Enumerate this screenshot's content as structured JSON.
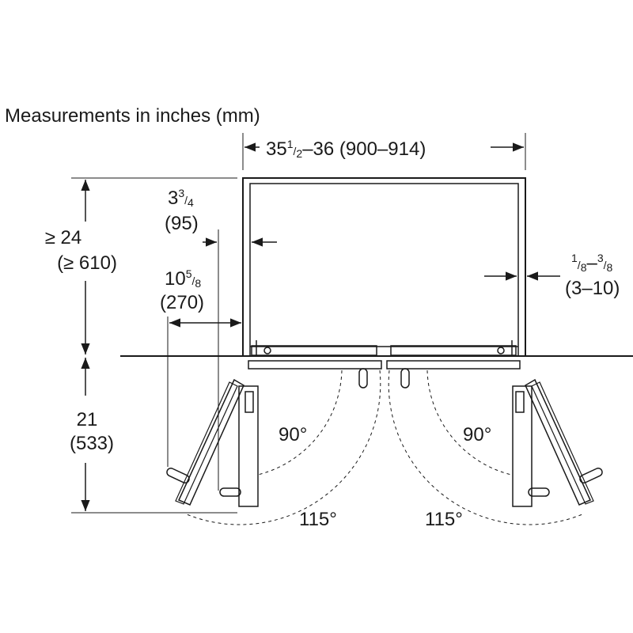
{
  "title": "Measurements in inches (mm)",
  "dimensions": {
    "width_top": {
      "whole": "35",
      "num": "1",
      "den": "2",
      "rest": "–36 (900–914)"
    },
    "depth_clearance": {
      "inch": "≥ 24",
      "mm": "(≥ 610)"
    },
    "side_gap_left": {
      "whole": "3",
      "num": "3",
      "den": "4",
      "mm": "(95)"
    },
    "door_offset": {
      "whole": "10",
      "num": "5",
      "den": "8",
      "mm": "(270)"
    },
    "side_gap_right": {
      "num1": "1",
      "den1": "8",
      "num2": "3",
      "den2": "8",
      "mm": "(3–10)"
    },
    "door_depth": {
      "inch": "21",
      "mm": "(533)"
    }
  },
  "angles": {
    "left_90": "90°",
    "right_90": "90°",
    "left_115": "115°",
    "right_115": "115°"
  },
  "colors": {
    "line": "#1a1a1a",
    "background": "#ffffff"
  }
}
